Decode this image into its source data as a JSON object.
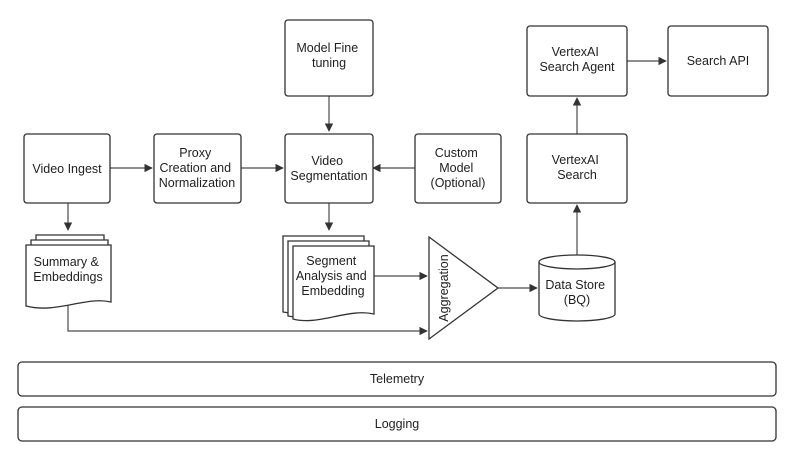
{
  "nodes": {
    "model_fine_tuning": [
      "Model Fine",
      "tuning"
    ],
    "video_ingest": [
      "Video Ingest"
    ],
    "proxy_creation": [
      "Proxy",
      "Creation and",
      "Normalization"
    ],
    "video_segmentation": [
      "Video",
      "Segmentation"
    ],
    "custom_model": [
      "Custom",
      "Model",
      "(Optional)"
    ],
    "vertexai_search_agent": [
      "VertexAI",
      "Search Agent"
    ],
    "search_api": [
      "Search API"
    ],
    "vertexai_search": [
      "VertexAI",
      "Search"
    ],
    "summary_embeddings": [
      "Summary &",
      "Embeddings"
    ],
    "segment_analysis": [
      "Segment",
      "Analysis and",
      "Embedding"
    ],
    "aggregation": [
      "Aggregation"
    ],
    "data_store": [
      "Data Store",
      "(BQ)"
    ],
    "telemetry": [
      "Telemetry"
    ],
    "logging": [
      "Logging"
    ]
  },
  "colors": {
    "stroke": "#333333",
    "fill": "#ffffff",
    "text": "#1f1f1f"
  }
}
